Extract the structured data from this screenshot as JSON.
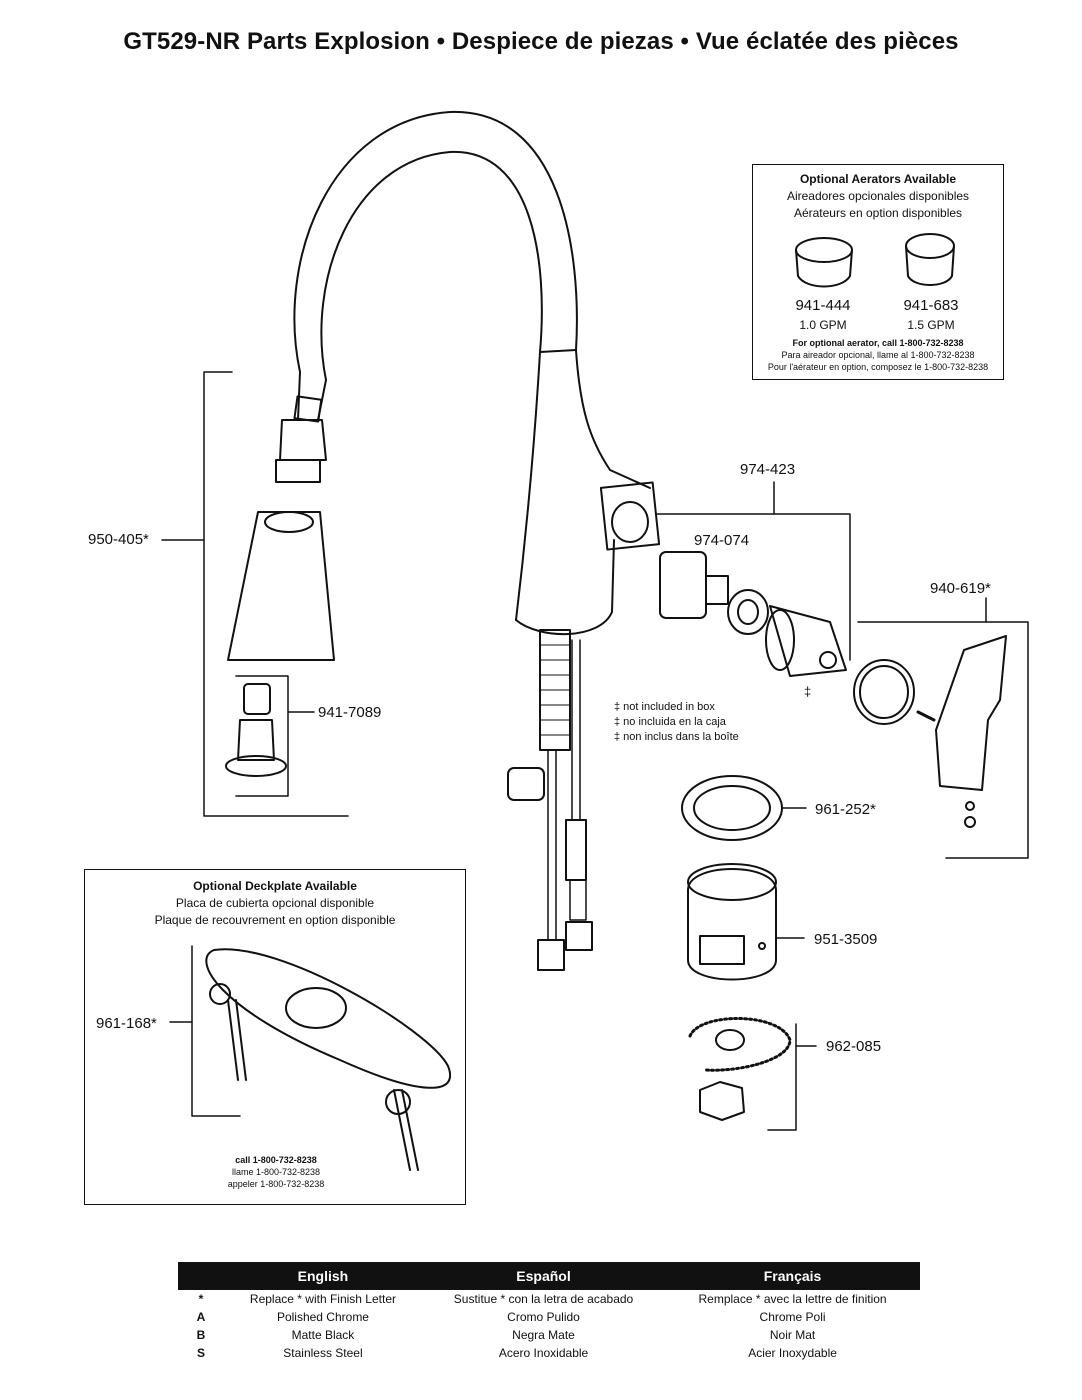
{
  "title": "GT529-NR Parts Explosion  •  Despiece de piezas  •  Vue éclatée des pièces",
  "aerators": {
    "title": "Optional Aerators Available",
    "title_es": "Aireadores opcionales disponibles",
    "title_fr": "Aérateurs en option disponibles",
    "items": [
      {
        "part": "941-444",
        "flow": "1.0 GPM"
      },
      {
        "part": "941-683",
        "flow": "1.5 GPM"
      }
    ],
    "call_en": "For optional aerator, call 1-800-732-8238",
    "call_es": "Para aireador opcional, llame al 1-800-732-8238",
    "call_fr": "Pour l'aérateur en option, composez le 1-800-732-8238"
  },
  "deckplate": {
    "title": "Optional Deckplate Available",
    "title_es": "Placa de cubierta opcional disponible",
    "title_fr": "Plaque de recouvrement en option disponible",
    "call_en": "call 1-800-732-8238",
    "call_es": "llame 1-800-732-8238",
    "call_fr": "appeler 1-800-732-8238"
  },
  "parts": {
    "spray": "950-405*",
    "aerator_parts": "941-7089",
    "cartridge_assembly": "974-423",
    "cartridge": "974-074",
    "handle": "940-619*",
    "gasket": "961-252*",
    "mount": "951-3509",
    "hardware": "962-085",
    "deckplate": "961-168*",
    "dagger": "‡"
  },
  "not_included": {
    "en": "‡ not included in box",
    "es": "‡ no incluida en la caja",
    "fr": "‡ non inclus dans la boîte"
  },
  "legend": {
    "headers": [
      "English",
      "Español",
      "Français"
    ],
    "rows": [
      {
        "key": "*",
        "en": "Replace * with Finish Letter",
        "es": "Sustitue * con la letra de acabado",
        "fr": "Remplace * avec la lettre de finition"
      },
      {
        "key": "A",
        "en": "Polished Chrome",
        "es": "Cromo Pulido",
        "fr": "Chrome Poli"
      },
      {
        "key": "B",
        "en": "Matte Black",
        "es": "Negra Mate",
        "fr": "Noir Mat"
      },
      {
        "key": "S",
        "en": "Stainless Steel",
        "es": "Acero Inoxidable",
        "fr": "Acier Inoxydable"
      }
    ]
  }
}
